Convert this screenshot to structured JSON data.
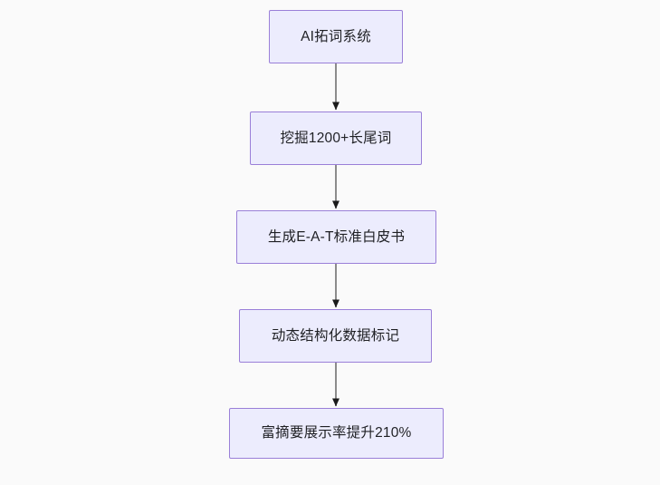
{
  "diagram": {
    "type": "flowchart",
    "direction": "top-to-bottom",
    "background_color": "#fafafa",
    "node_fill_color": "#ececfd",
    "node_border_color": "#9a7fd8",
    "node_text_color": "#1f2024",
    "edge_line_color": "#7f7f7f",
    "edge_arrowhead_color": "#1a1a1a",
    "nodes": [
      {
        "id": "node-1",
        "label": "AI拓词系统"
      },
      {
        "id": "node-2",
        "label": "挖掘1200+长尾词"
      },
      {
        "id": "node-3",
        "label": "生成E-A-T标准白皮书"
      },
      {
        "id": "node-4",
        "label": "动态结构化数据标记"
      },
      {
        "id": "node-5",
        "label": "富摘要展示率提升210%"
      }
    ],
    "edges": [
      {
        "id": "edge-1",
        "from": "node-1",
        "to": "node-2"
      },
      {
        "id": "edge-2",
        "from": "node-2",
        "to": "node-3"
      },
      {
        "id": "edge-3",
        "from": "node-3",
        "to": "node-4"
      },
      {
        "id": "edge-4",
        "from": "node-4",
        "to": "node-5"
      }
    ]
  }
}
